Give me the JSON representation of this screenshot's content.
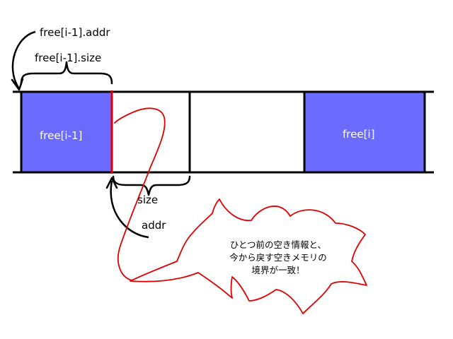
{
  "labels": {
    "prev_addr": "free[i-1].addr",
    "prev_size": "free[i-1].size",
    "prev_block": "free[i-1]",
    "next_block": "free[i]",
    "size": "size",
    "addr": "addr"
  },
  "callout": {
    "lines": [
      "ひとつ前の空き情報と、",
      "今から戻す空きメモリの",
      "境界が一致！"
    ]
  },
  "colors": {
    "free_block": "#6b6bff",
    "boundary_line": "#e00000",
    "outline": "#000000",
    "background": "#ffffff"
  }
}
